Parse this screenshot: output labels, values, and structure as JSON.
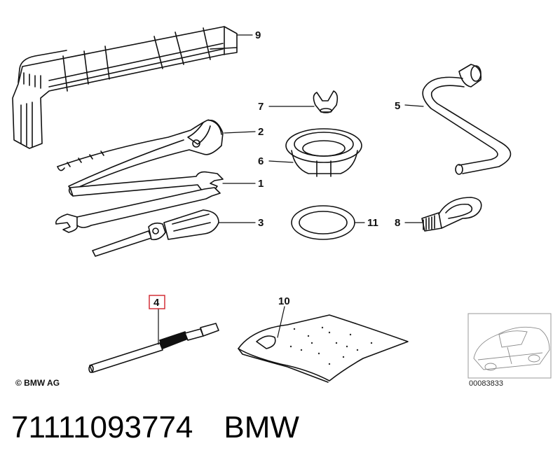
{
  "callouts": [
    {
      "id": "c1",
      "label": "1"
    },
    {
      "id": "c2",
      "label": "2"
    },
    {
      "id": "c3",
      "label": "3"
    },
    {
      "id": "c4",
      "label": "4",
      "highlighted": true
    },
    {
      "id": "c5",
      "label": "5"
    },
    {
      "id": "c6",
      "label": "6"
    },
    {
      "id": "c7",
      "label": "7"
    },
    {
      "id": "c8",
      "label": "8"
    },
    {
      "id": "c9",
      "label": "9"
    },
    {
      "id": "c10",
      "label": "10"
    },
    {
      "id": "c11",
      "label": "11"
    }
  ],
  "copyright": "© BMW AG",
  "thumbnail_code": "00083833",
  "footer": {
    "part_number": "71111093774",
    "brand": "BMW"
  },
  "colors": {
    "line": "#111111",
    "highlight_box": "#d0212a",
    "thumbnail_border": "#9a9a9a"
  }
}
